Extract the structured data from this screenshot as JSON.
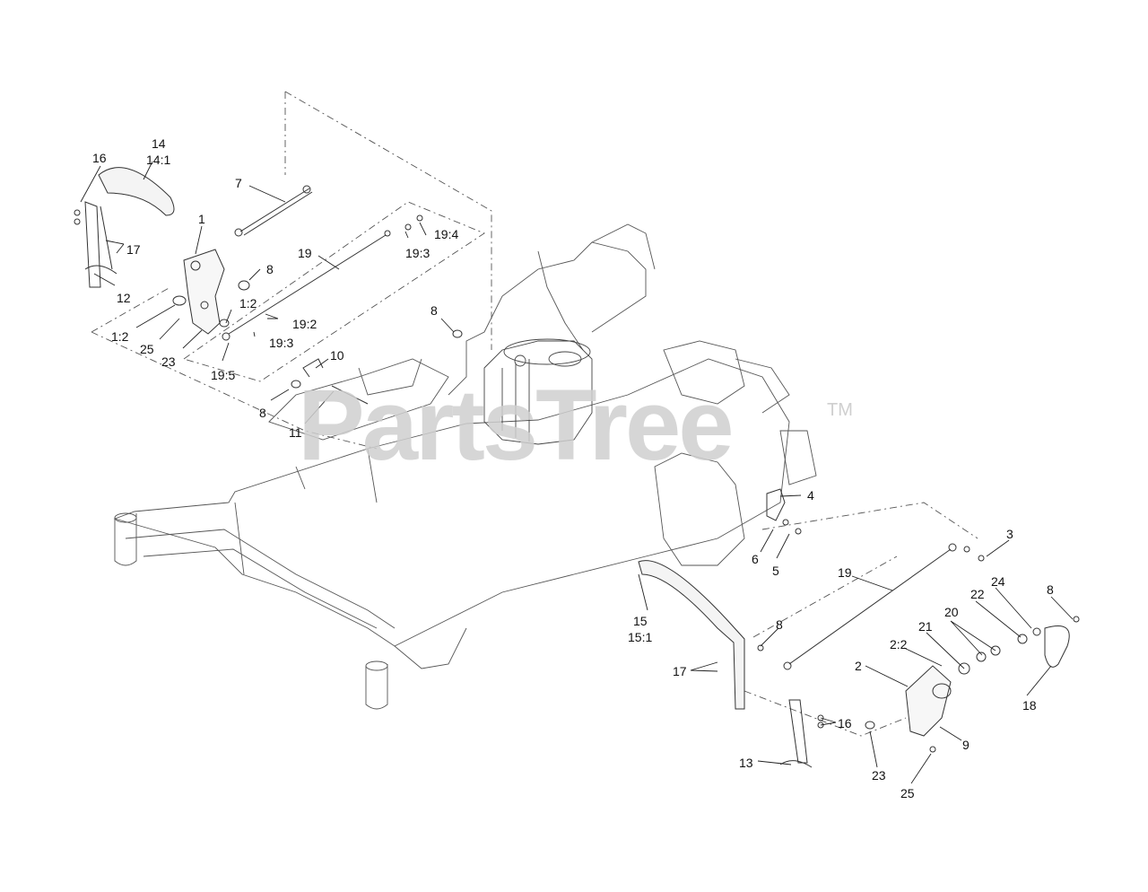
{
  "watermark": {
    "text": "PartsTree",
    "trademark": "TM"
  },
  "callouts": [
    {
      "id": "lbl-14",
      "text": "14"
    },
    {
      "id": "lbl-14-1",
      "text": "14:1"
    },
    {
      "id": "lbl-16a",
      "text": "16"
    },
    {
      "id": "lbl-7",
      "text": "7"
    },
    {
      "id": "lbl-1",
      "text": "1"
    },
    {
      "id": "lbl-17a",
      "text": "17"
    },
    {
      "id": "lbl-19a",
      "text": "19"
    },
    {
      "id": "lbl-19-4",
      "text": "19:4"
    },
    {
      "id": "lbl-19-3a",
      "text": "19:3"
    },
    {
      "id": "lbl-8a",
      "text": "8"
    },
    {
      "id": "lbl-12",
      "text": "12"
    },
    {
      "id": "lbl-1-2a",
      "text": "1:2"
    },
    {
      "id": "lbl-19-2",
      "text": "19:2"
    },
    {
      "id": "lbl-1-2b",
      "text": "1:2"
    },
    {
      "id": "lbl-25a",
      "text": "25"
    },
    {
      "id": "lbl-23a",
      "text": "23"
    },
    {
      "id": "lbl-19-3b",
      "text": "19:3"
    },
    {
      "id": "lbl-19-5",
      "text": "19:5"
    },
    {
      "id": "lbl-8b",
      "text": "8"
    },
    {
      "id": "lbl-10",
      "text": "10"
    },
    {
      "id": "lbl-8c",
      "text": "8"
    },
    {
      "id": "lbl-11",
      "text": "11"
    },
    {
      "id": "lbl-4",
      "text": "4"
    },
    {
      "id": "lbl-6",
      "text": "6"
    },
    {
      "id": "lbl-5",
      "text": "5"
    },
    {
      "id": "lbl-3",
      "text": "3"
    },
    {
      "id": "lbl-19b",
      "text": "19"
    },
    {
      "id": "lbl-24",
      "text": "24"
    },
    {
      "id": "lbl-22",
      "text": "22"
    },
    {
      "id": "lbl-8d",
      "text": "8"
    },
    {
      "id": "lbl-20",
      "text": "20"
    },
    {
      "id": "lbl-15",
      "text": "15"
    },
    {
      "id": "lbl-15-1",
      "text": "15:1"
    },
    {
      "id": "lbl-8e",
      "text": "8"
    },
    {
      "id": "lbl-21",
      "text": "21"
    },
    {
      "id": "lbl-2-2",
      "text": "2:2"
    },
    {
      "id": "lbl-2",
      "text": "2"
    },
    {
      "id": "lbl-17b",
      "text": "17"
    },
    {
      "id": "lbl-18",
      "text": "18"
    },
    {
      "id": "lbl-16b",
      "text": "16"
    },
    {
      "id": "lbl-9",
      "text": "9"
    },
    {
      "id": "lbl-13",
      "text": "13"
    },
    {
      "id": "lbl-23b",
      "text": "23"
    },
    {
      "id": "lbl-25b",
      "text": "25"
    }
  ]
}
